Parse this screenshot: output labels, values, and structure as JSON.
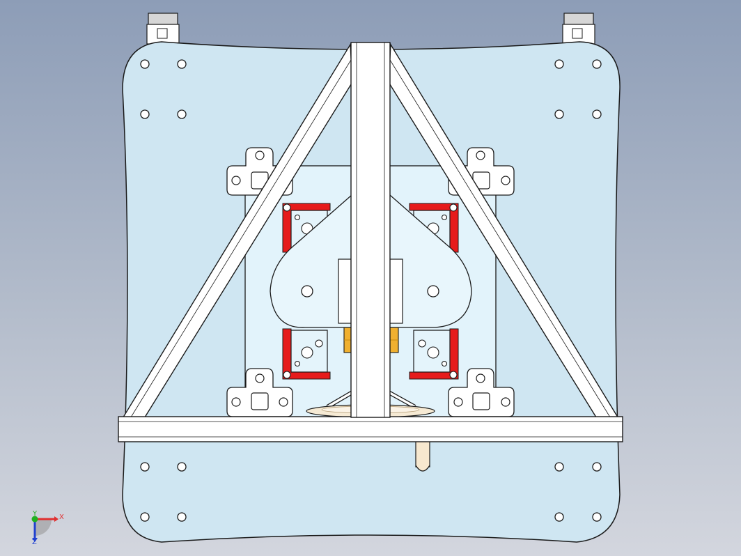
{
  "viewport": {
    "background_top": "#8d9db7",
    "background_bottom": "#d3d6de"
  },
  "part_colors": {
    "base_plate": "#cfe6f2",
    "mount_plate": "#e2f3fb",
    "frame": "#ffffff",
    "clamp_pads": "#e61b1b",
    "brass_part": "#f0b030",
    "outline": "#1a1a1a"
  },
  "triad": {
    "x_label": "X",
    "y_label": "Y",
    "z_label": "Z",
    "x_color": "#e03030",
    "y_color": "#20b020",
    "z_color": "#2040d0"
  }
}
